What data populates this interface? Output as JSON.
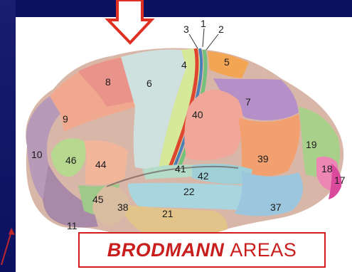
{
  "title": {
    "bold": "BRODMANN",
    "rest": "AREAS"
  },
  "colors": {
    "background": "#0b1060",
    "title_red": "#c81e1e",
    "arrow_red": "#e03024"
  },
  "areas": [
    {
      "id": "1",
      "label": "1"
    },
    {
      "id": "2",
      "label": "2"
    },
    {
      "id": "3",
      "label": "3"
    },
    {
      "id": "4",
      "label": "4"
    },
    {
      "id": "5",
      "label": "5"
    },
    {
      "id": "6",
      "label": "6"
    },
    {
      "id": "7",
      "label": "7"
    },
    {
      "id": "8",
      "label": "8"
    },
    {
      "id": "9",
      "label": "9"
    },
    {
      "id": "10",
      "label": "10"
    },
    {
      "id": "11",
      "label": "11"
    },
    {
      "id": "17",
      "label": "17"
    },
    {
      "id": "18",
      "label": "18"
    },
    {
      "id": "19",
      "label": "19"
    },
    {
      "id": "21",
      "label": "21"
    },
    {
      "id": "22",
      "label": "22"
    },
    {
      "id": "37",
      "label": "37"
    },
    {
      "id": "38",
      "label": "38"
    },
    {
      "id": "39",
      "label": "39"
    },
    {
      "id": "40",
      "label": "40"
    },
    {
      "id": "41",
      "label": "41"
    },
    {
      "id": "42",
      "label": "42"
    },
    {
      "id": "44",
      "label": "44"
    },
    {
      "id": "45",
      "label": "45"
    },
    {
      "id": "46",
      "label": "46"
    }
  ]
}
